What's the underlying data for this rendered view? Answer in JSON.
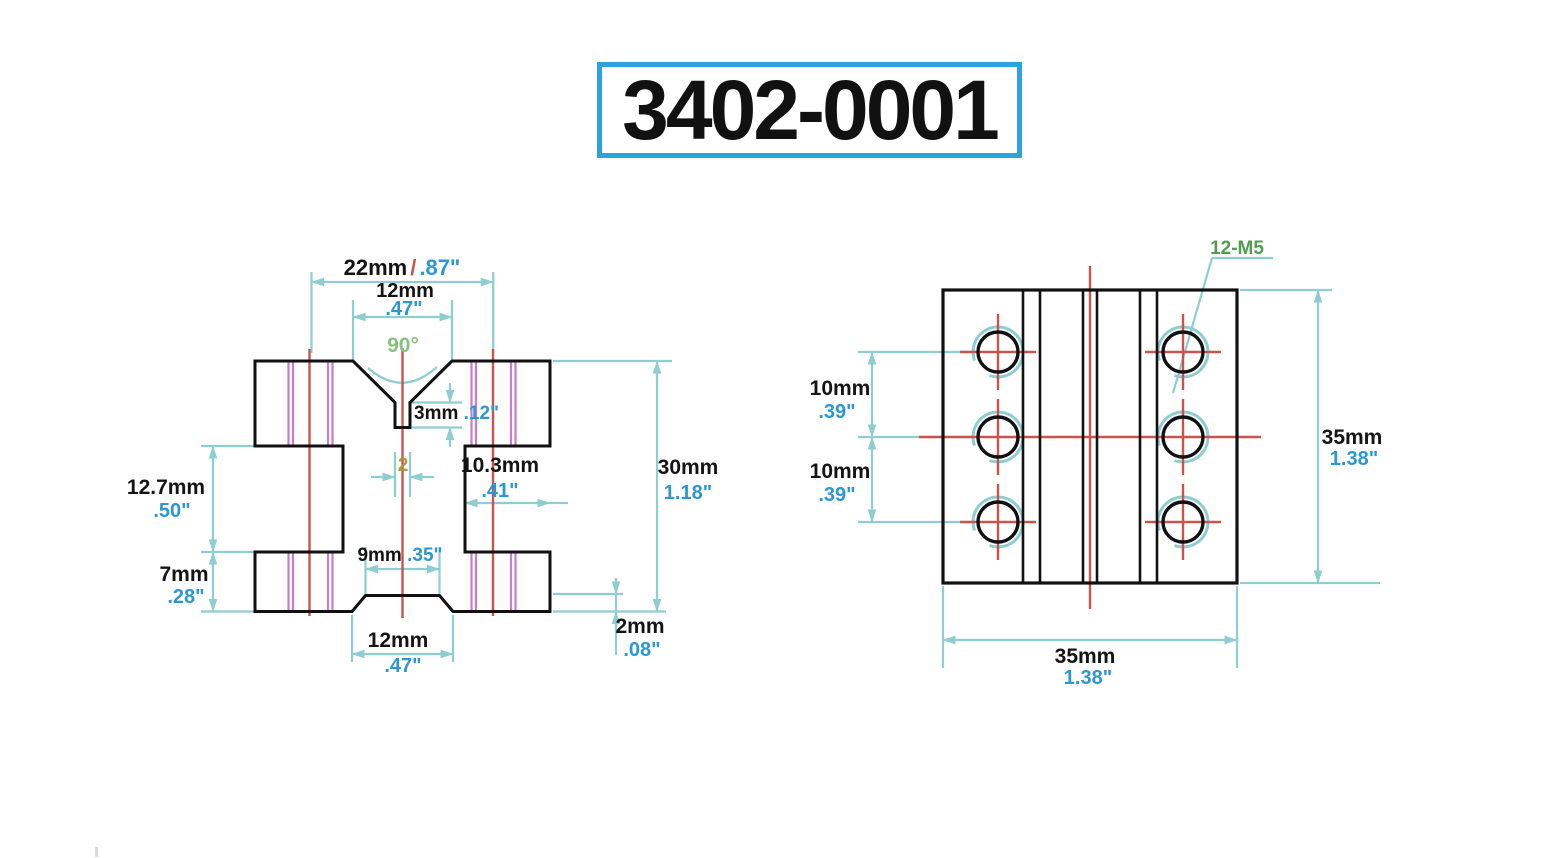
{
  "title": "3402-0001",
  "front_view": {
    "top_width_mm": "22mm",
    "top_width_sep": "/",
    "top_width_in": ".87\"",
    "groove_width_mm": "12mm",
    "groove_width_in": ".47\"",
    "groove_angle": "90°",
    "slot_depth_mm": "3mm",
    "slot_depth_in": ".12\"",
    "slot_width": "2",
    "step_depth_mm": "10.3mm",
    "step_depth_in": ".41\"",
    "height_mm": "30mm",
    "height_in": "1.18\"",
    "notch_height_mm": "12.7mm",
    "notch_height_in": ".50\"",
    "flange_height_mm": "7mm",
    "flange_height_in": ".28\"",
    "recess_top_mm": "9mm",
    "recess_top_in": ".35\"",
    "recess_bottom_mm": "12mm",
    "recess_bottom_in": ".47\"",
    "recess_depth_mm": "2mm",
    "recess_depth_in": ".08\""
  },
  "side_view": {
    "thread_callout": "12-M5",
    "hole_pitch1_mm": "10mm",
    "hole_pitch1_in": ".39\"",
    "hole_pitch2_mm": "10mm",
    "hole_pitch2_in": ".39\"",
    "height_mm": "35mm",
    "height_in": "1.38\"",
    "width_mm": "35mm",
    "width_in": "1.38\""
  },
  "colors": {
    "dimension_teal": "#8ecdd0",
    "centerline_red": "#c9544e",
    "thread_pink": "#c97dc9",
    "inch_blue": "#2b97d3",
    "angle_green": "#85c37d",
    "callout_green": "#4f9e4f",
    "slot_olive": "#ab9b3f",
    "title_border_blue": "#2ba3dc",
    "outline_black": "#111111"
  }
}
